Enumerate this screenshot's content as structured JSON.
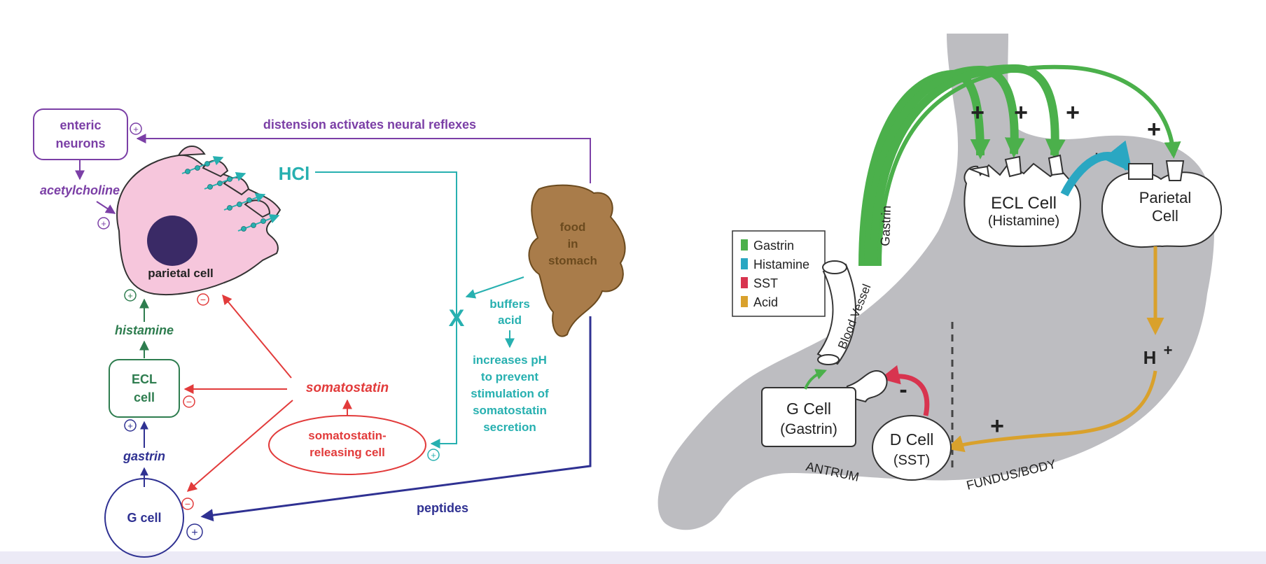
{
  "left_diagram": {
    "enteric_neurons": [
      "enteric",
      "neurons"
    ],
    "acetylcholine": "acetylcholine",
    "parietal_cell": "parietal cell",
    "hcl": "HCl",
    "distension": "distension activates neural reflexes",
    "food": [
      "food",
      "in",
      "stomach"
    ],
    "buffers": [
      "buffers",
      "acid"
    ],
    "increases": [
      "increases pH",
      "to prevent",
      "stimulation of",
      "somatostatin",
      "secretion"
    ],
    "histamine": "histamine",
    "ecl_cell": [
      "ECL",
      "cell"
    ],
    "gastrin": "gastrin",
    "g_cell": "G cell",
    "somatostatin": "somatostatin",
    "somatostatin_releasing": [
      "somatostatin-",
      "releasing cell"
    ],
    "peptides": "peptides",
    "block_mark": "X",
    "plus": "+",
    "minus": "−"
  },
  "right_diagram": {
    "legend": [
      {
        "label": "Gastrin",
        "color": "#4bb04b"
      },
      {
        "label": "Histamine",
        "color": "#2aa7c2"
      },
      {
        "label": "SST",
        "color": "#d8344f"
      },
      {
        "label": "Acid",
        "color": "#d9a12c"
      }
    ],
    "ecl_cell": [
      "ECL Cell",
      "(Histamine)"
    ],
    "parietal_cell": [
      "Parietal",
      "Cell"
    ],
    "g_cell": [
      "G Cell",
      "(Gastrin)"
    ],
    "d_cell": [
      "D Cell",
      "(SST)"
    ],
    "blood_vessel": "Blood Vessel",
    "gastrin_label": "Gastrin",
    "h_plus": "H",
    "h_plus_sup": "+",
    "antrum": "ANTRUM",
    "fundus": "FUNDUS/BODY",
    "plus": "+",
    "minus": "-"
  },
  "colors": {
    "purple": "#7b3fa6",
    "green": "#2e7d4f",
    "red": "#e23b3b",
    "teal": "#27b0b0",
    "navy": "#2f3192",
    "parietal_fill": "#f6c6dc",
    "nucleus": "#3a2a66",
    "food": "#a97c4a",
    "stomach_gray": "#bdbdc1",
    "gastrin_green": "#4bb04b",
    "histamine_blue": "#2aa7c2",
    "sst_red": "#d8344f",
    "acid_gold": "#d9a12c"
  }
}
